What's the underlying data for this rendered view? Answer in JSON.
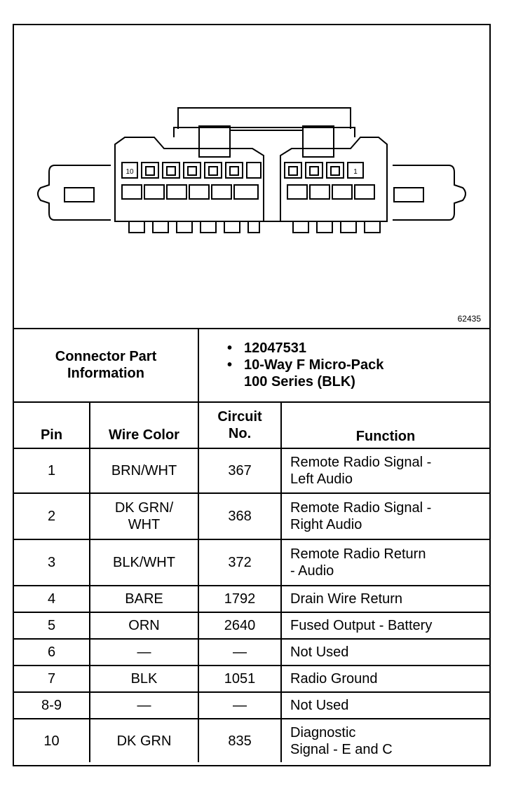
{
  "figure": {
    "id": "62435",
    "pin_label_left": "10",
    "pin_label_right": "1"
  },
  "connector_info": {
    "label": "Connector Part Information",
    "part_number": "12047531",
    "description_line1": "10-Way F Micro-Pack",
    "description_line2": "100 Series (BLK)"
  },
  "table_headers": {
    "pin": "Pin",
    "wire_color": "Wire Color",
    "circuit_no_line1": "Circuit",
    "circuit_no_line2": "No.",
    "function": "Function"
  },
  "rows": [
    {
      "pin": "1",
      "wire1": "BRN/WHT",
      "wire2": "",
      "circuit": "367",
      "fn1": "Remote Radio Signal -",
      "fn2": "Left Audio"
    },
    {
      "pin": "2",
      "wire1": "DK GRN/",
      "wire2": "WHT",
      "circuit": "368",
      "fn1": "Remote Radio Signal -",
      "fn2": "Right Audio"
    },
    {
      "pin": "3",
      "wire1": "BLK/WHT",
      "wire2": "",
      "circuit": "372",
      "fn1": "Remote Radio Return",
      "fn2": "- Audio"
    },
    {
      "pin": "4",
      "wire1": "BARE",
      "wire2": "",
      "circuit": "1792",
      "fn1": "Drain Wire Return",
      "fn2": ""
    },
    {
      "pin": "5",
      "wire1": "ORN",
      "wire2": "",
      "circuit": "2640",
      "fn1": "Fused Output - Battery",
      "fn2": ""
    },
    {
      "pin": "6",
      "wire1": "—",
      "wire2": "",
      "circuit": "—",
      "fn1": "Not Used",
      "fn2": ""
    },
    {
      "pin": "7",
      "wire1": "BLK",
      "wire2": "",
      "circuit": "1051",
      "fn1": "Radio Ground",
      "fn2": ""
    },
    {
      "pin": "8-9",
      "wire1": "—",
      "wire2": "",
      "circuit": "—",
      "fn1": "Not Used",
      "fn2": ""
    },
    {
      "pin": "10",
      "wire1": "DK GRN",
      "wire2": "",
      "circuit": "835",
      "fn1": "Diagnostic",
      "fn2": "Signal - E and C"
    }
  ]
}
